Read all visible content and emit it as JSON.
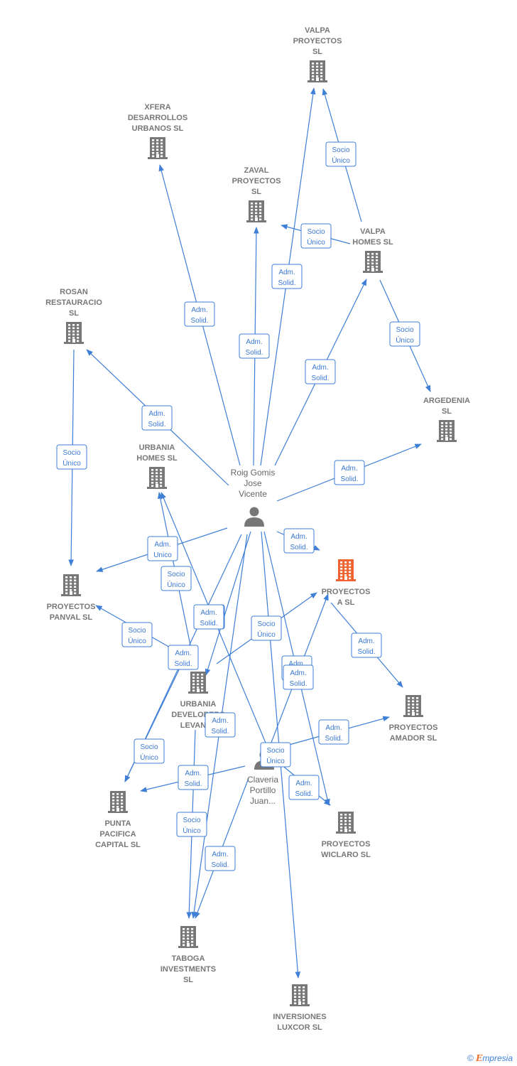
{
  "colors": {
    "edge": "#3f7fd6",
    "building": "#777777",
    "building_highlight": "#f0622f",
    "person": "#777777"
  },
  "companies": [
    {
      "id": "valpa_proyectos",
      "lines": [
        "VALPA",
        "PROYECTOS",
        "SL"
      ]
    },
    {
      "id": "xfera",
      "lines": [
        "XFERA",
        "DESARROLLOS",
        "URBANOS SL"
      ]
    },
    {
      "id": "zaval",
      "lines": [
        "ZAVAL",
        "PROYECTOS",
        "SL"
      ]
    },
    {
      "id": "valpa_homes",
      "lines": [
        "VALPA",
        "HOMES SL"
      ]
    },
    {
      "id": "rosan",
      "lines": [
        "ROSAN",
        "RESTAURACIO",
        "SL"
      ]
    },
    {
      "id": "argedenia",
      "lines": [
        "ARGEDENIA",
        "SL"
      ]
    },
    {
      "id": "urbania_homes",
      "lines": [
        "URBANIA",
        "HOMES SL"
      ]
    },
    {
      "id": "proyectos_a",
      "lines": [
        "PROYECTOS",
        "A SL"
      ],
      "highlight": true
    },
    {
      "id": "proyectos_panval",
      "lines": [
        "PROYECTOS",
        "PANVAL SL"
      ]
    },
    {
      "id": "urbania_developers",
      "lines": [
        "URBANIA",
        "DEVELOPERS",
        "LEVANTE"
      ]
    },
    {
      "id": "proyectos_amador",
      "lines": [
        "PROYECTOS",
        "AMADOR SL"
      ]
    },
    {
      "id": "punta_pacifica",
      "lines": [
        "PUNTA",
        "PACIFICA",
        "CAPITAL SL"
      ]
    },
    {
      "id": "proyectos_wiclaro",
      "lines": [
        "PROYECTOS",
        "WICLARO SL"
      ]
    },
    {
      "id": "taboga",
      "lines": [
        "TABOGA",
        "INVESTMENTS",
        "SL"
      ]
    },
    {
      "id": "inversiones_luxcor",
      "lines": [
        "INVERSIONES",
        "LUXCOR SL"
      ]
    }
  ],
  "persons": [
    {
      "id": "roig",
      "lines": [
        "Roig Gomis",
        "Jose",
        "Vicente"
      ]
    },
    {
      "id": "claveria",
      "lines": [
        "Claveria",
        "Portillo",
        "Juan..."
      ]
    }
  ],
  "edges": [
    {
      "from": "valpa_homes",
      "to": "valpa_proyectos",
      "label": [
        "Socio",
        "Único"
      ]
    },
    {
      "from": "valpa_homes",
      "to": "zaval",
      "label": [
        "Socio",
        "Único"
      ]
    },
    {
      "from": "valpa_homes",
      "to": "argedenia",
      "label": [
        "Socio",
        "Único"
      ]
    },
    {
      "from": "roig",
      "to": "xfera",
      "label": [
        "Adm.",
        "Solid."
      ]
    },
    {
      "from": "roig",
      "to": "valpa_proyectos",
      "label": [
        "Adm.",
        "Solid."
      ]
    },
    {
      "from": "roig",
      "to": "zaval",
      "label": [
        "Adm.",
        "Solid."
      ]
    },
    {
      "from": "roig",
      "to": "valpa_homes",
      "label": [
        "Adm.",
        "Solid."
      ]
    },
    {
      "from": "roig",
      "to": "rosan",
      "label": [
        "Adm.",
        "Solid."
      ]
    },
    {
      "from": "roig",
      "to": "argedenia",
      "label": [
        "Adm.",
        "Solid."
      ]
    },
    {
      "from": "rosan",
      "to": "proyectos_panval",
      "label": [
        "Socio",
        "Único"
      ]
    },
    {
      "from": "roig",
      "to": "proyectos_a",
      "label": [
        "Adm.",
        "Solid."
      ]
    },
    {
      "from": "roig",
      "to": "proyectos_panval",
      "label": [
        "Adm.",
        "Unico"
      ]
    },
    {
      "from": "urbania_developers",
      "to": "urbania_homes",
      "label": [
        "Socio",
        "Único"
      ]
    },
    {
      "from": "claveria",
      "to": "urbania_homes",
      "label": [
        "Adm.",
        "Unico"
      ]
    },
    {
      "from": "urbania_developers",
      "to": "proyectos_panval",
      "label": [
        "Socio",
        "Único"
      ]
    },
    {
      "from": "roig",
      "to": "punta_pacifica",
      "label": [
        "Adm.",
        "Solid."
      ]
    },
    {
      "from": "urbania_developers",
      "to": "proyectos_a",
      "label": [
        "Socio",
        "Único"
      ]
    },
    {
      "from": "proyectos_a",
      "to": "proyectos_amador",
      "label": [
        "Adm.",
        "Solid."
      ]
    },
    {
      "from": "roig",
      "to": "proyectos_wiclaro",
      "label": [
        "Adm.",
        "Solid."
      ]
    },
    {
      "from": "claveria",
      "to": "proyectos_a",
      "label": [
        "Adm.",
        "Solid."
      ]
    },
    {
      "from": "roig",
      "to": "inversiones_luxcor",
      "label": [
        "Socio",
        "Único"
      ]
    },
    {
      "from": "claveria",
      "to": "proyectos_amador",
      "label": [
        "Adm.",
        "Solid."
      ]
    },
    {
      "from": "urbania_developers",
      "to": "punta_pacifica",
      "label": [
        "Socio",
        "Único"
      ]
    },
    {
      "from": "claveria",
      "to": "punta_pacifica",
      "label": [
        "Adm.",
        "Solid."
      ]
    },
    {
      "from": "roig",
      "to": "taboga",
      "label": [
        "Adm.",
        "Solid."
      ]
    },
    {
      "from": "claveria",
      "to": "proyectos_wiclaro",
      "label": [
        "Adm.",
        "Solid."
      ]
    },
    {
      "from": "urbania_developers",
      "to": "taboga",
      "label": [
        "Socio",
        "Único"
      ]
    },
    {
      "from": "claveria",
      "to": "taboga",
      "label": [
        "Adm.",
        "Solid."
      ]
    },
    {
      "from": "roig",
      "to": "urbania_developers",
      "label": [
        "Adm.",
        "Solid."
      ]
    }
  ],
  "footer": {
    "copyright": "©",
    "brand_initial": "E",
    "brand_rest": "mpresia"
  }
}
